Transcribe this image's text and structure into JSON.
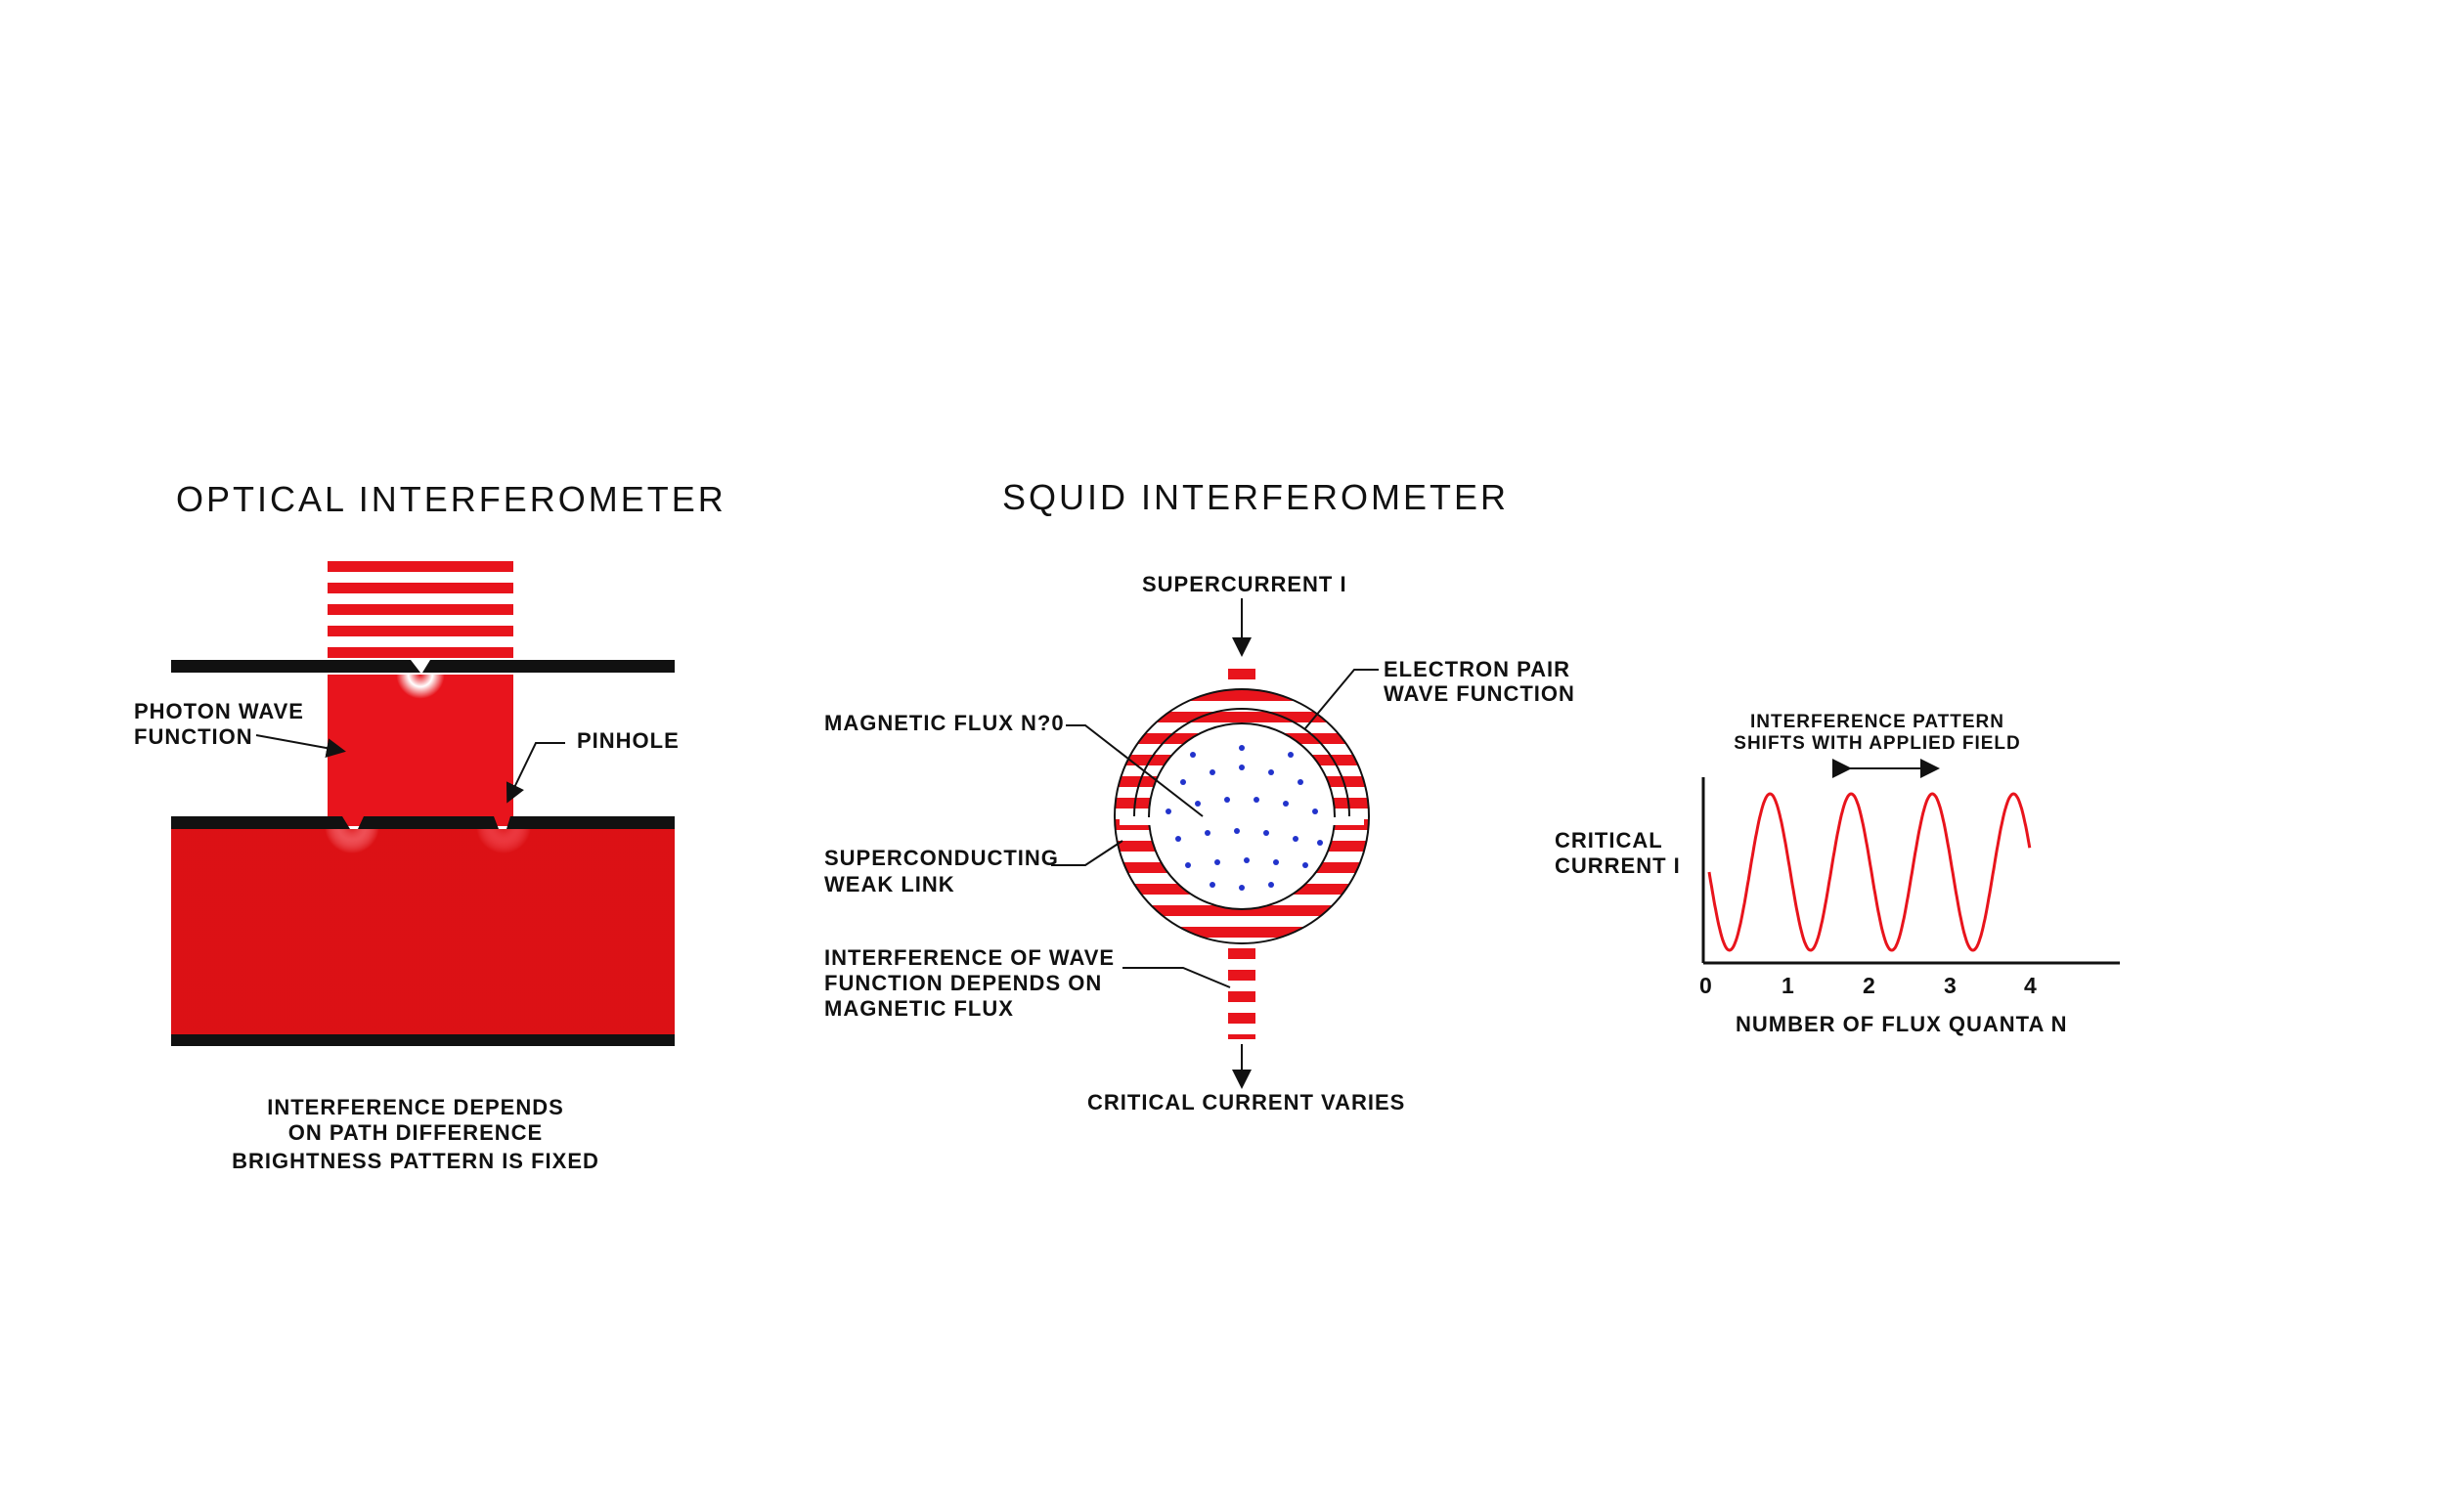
{
  "optical": {
    "title": "OPTICAL INTERFEROMETER",
    "photon_label_line1": "PHOTON WAVE",
    "photon_label_line2": "FUNCTION",
    "pinhole_label": "PINHOLE",
    "caption_line1": "INTERFERENCE DEPENDS",
    "caption_line2": "ON PATH DIFFERENCE",
    "caption_line3": "BRIGHTNESS PATTERN IS FIXED"
  },
  "squid": {
    "title": "SQUID INTERFEROMETER",
    "supercurrent_label": "SUPERCURRENT I",
    "electron_label_line1": "ELECTRON PAIR",
    "electron_label_line2": "WAVE FUNCTION",
    "flux_label": "MAGNETIC FLUX N?0",
    "weak_link_line1": "SUPERCONDUCTING",
    "weak_link_line2": "WEAK LINK",
    "interference_line1": "INTERFERENCE OF WAVE",
    "interference_line2": "FUNCTION DEPENDS ON",
    "interference_line3": "MAGNETIC FLUX",
    "critical_varies_label": "CRITICAL CURRENT VARIES"
  },
  "graph": {
    "shift_line1": "INTERFERENCE PATTERN",
    "shift_line2": "SHIFTS WITH APPLIED FIELD",
    "ylabel_line1": "CRITICAL",
    "ylabel_line2": "CURRENT I",
    "xlabel": "NUMBER OF FLUX QUANTA N",
    "ticks": [
      "0",
      "1",
      "2",
      "3",
      "4"
    ]
  },
  "colors": {
    "wave_red": "#e8141c",
    "ink": "#111111",
    "flux_dot_blue": "#2233cc"
  },
  "chart_data": {
    "type": "line",
    "xlabel": "NUMBER OF FLUX QUANTA N",
    "ylabel": "CRITICAL CURRENT I",
    "xticks": [
      0,
      1,
      2,
      3,
      4
    ],
    "series": [
      {
        "x": [
          0,
          0.25,
          0.5,
          0.75,
          1,
          1.25,
          1.5,
          1.75,
          2,
          2.25,
          2.5,
          2.75,
          3,
          3.25,
          3.5,
          3.75,
          3.95
        ],
        "y": [
          0.5,
          0.0,
          0.5,
          1.0,
          0.5,
          0.0,
          0.5,
          1.0,
          0.5,
          0.0,
          0.5,
          1.0,
          0.5,
          0.0,
          0.5,
          1.0,
          0.55
        ]
      }
    ]
  }
}
